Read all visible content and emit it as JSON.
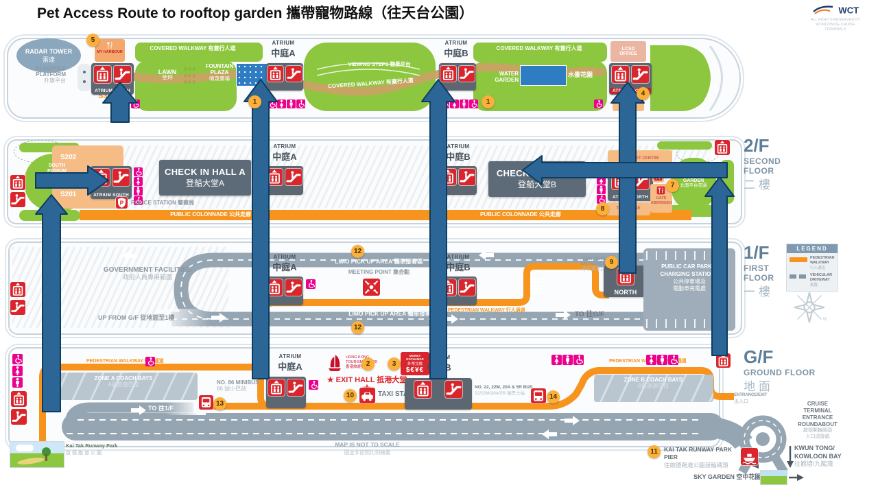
{
  "title": "Pet Access Route to rooftop garden 攜帶寵物路線（往天台公園）",
  "logo": {
    "name": "WCT",
    "rights1": "ALL RIGHTS RESERVED BY",
    "rights2": "WORLDWIDE CRUISE",
    "rights3": "TERMINALS"
  },
  "common": {
    "atrium_a": {
      "en": "ATRIUM",
      "zh": "中庭A"
    },
    "atrium_b": {
      "en": "ATRIUM",
      "zh": "中庭B"
    },
    "covered_walkway": "COVERED WALKWAY 有蓋行人道",
    "pedestrian_walkway": "PEDESTRIAN WALKWAY 行人通道",
    "public_colonnade": "PUBLIC COLONNADE 公共走廊"
  },
  "roof": {
    "radar_en": "RADAR TOWER",
    "radar_zh": "雷達",
    "flagpole1": "FLAGPOLE",
    "flagpole2": "PLATFORM",
    "flagpole_zh": "升旗平台",
    "my_harbour": "MY HARBOUR",
    "atrium_south": "ATRIUM SOUTH",
    "atrium_north": "ATRIUM NORTH",
    "lawn_en": "LAWN",
    "lawn_zh": "草坪",
    "deco_diamonds": "◇ ◇ ◇",
    "fountain1": "FOUNTAIN",
    "fountain2": "PLAZA",
    "fountain_zh": "噴泉廣場",
    "viewing_steps": "VIEWING STEPS 觀景平台",
    "water1": "WATER",
    "water2": "GARDEN",
    "water_zh": "水景花園",
    "lcsd1": "LCSD",
    "lcsd2": "OFFICE",
    "s_room": "S30"
  },
  "second": {
    "south_podium1": "SOUTH",
    "south_podium2": "PODIUM",
    "south_podium3": "GARDEN",
    "south_podium_zh": "南面平台花園",
    "s202": "S202",
    "s201": "S201",
    "atrium_south": "ATRIUM SOUTH",
    "atrium_north": "ATRIUM NORTH",
    "police": "POLICE STATION 警察局",
    "checkin_a_en": "CHECK IN HALL A",
    "checkin_a_zh": "登船大堂A",
    "checkin_b_en": "CHECK IN HALL B",
    "checkin_b_zh": "登船大堂B",
    "banquet": "BANQUET CENTRE",
    "cafe1": "CAFE",
    "cafe2": "ABERDEEN",
    "house": "THE HOUSE",
    "north_podium1": "NORTH",
    "north_podium2": "PODIUM",
    "north_podium3": "GARDEN",
    "north_podium_zh": "北面平台花園"
  },
  "first": {
    "gov_en": "GOVERNMENT FACILITIES",
    "gov_zh": "政府人員專用範圍",
    "up_from_gf": "UP FROM G/F 從地面至1樓",
    "limo": "LIMO PICK UP AREA 轎車接客區",
    "meeting": "MEETING POINT 集合點",
    "carpark1": "CAR PARK",
    "carpark2": "ENTRANCE",
    "carpark_zh": "停車場入口",
    "north": "NORTH",
    "pcp1": "PUBLIC CAR PARK &",
    "pcp2": "CHARGING STATIONS",
    "pcp_zh1": "公共停車場及",
    "pcp_zh2": "電動車充電處",
    "to_gf": "TO 往G/F"
  },
  "ground": {
    "zone_a_en": "ZONE A COACH BAYS",
    "zone_a_zh": "A區旅遊巴位",
    "zone_b_en": "ZONE B COACH BAYS",
    "zone_b_zh": "B區旅遊巴位",
    "to_1f": "TO 往1/F",
    "minibus_en": "NO. 86 MINIBUS",
    "minibus_zh": "86 號小巴站",
    "tourism1": "HONG KONG",
    "tourism2": "TOURISM BOARD",
    "tourism_zh": "香港旅遊發展局",
    "money1": "MONEY EXCHANGE",
    "money2": "外幣兌換",
    "money3": "$€¥€",
    "exit_hall": "★ EXIT HALL 抵港大堂 ★",
    "taxi": "TAXI STAND 的士站",
    "bus1": "NO. 22, 22M, 20A & 5R BUS",
    "bus2": "22/22M/20A/5R 號巴士站",
    "entrance_en": "ENTRANCE/EXIT",
    "entrance_zh": "出入口",
    "roundabout1": "CRUISE",
    "roundabout2": "TERMINAL",
    "roundabout3": "ENTRANCE",
    "roundabout4": "ROUNDABOUT",
    "roundabout_zh1": "啟德郵輪碼頭",
    "roundabout_zh2": "入口迴旋處",
    "kwun1": "KWUN TONG/",
    "kwun2": "KOWLOON BAY",
    "kwun_zh": "往觀塘/九龍灣",
    "pier_en": "KAI TAK RUNWAY PARK PIER",
    "pier_zh": "往啟德跑道公園渡輪碼頭",
    "sky": "SKY GARDEN 空中花園",
    "park_en": "Kai Tak Runway Park",
    "park_zh": "啟德跑道公園",
    "scale_en": "MAP IS NOT TO SCALE",
    "scale_zh": "圖並非按照比例繪畫"
  },
  "floor_labels": {
    "f2": {
      "code": "2/F",
      "n1": "SECOND",
      "n2": "FLOOR",
      "zh": "二樓"
    },
    "f1": {
      "code": "1/F",
      "n1": "FIRST",
      "n2": "FLOOR",
      "zh": "一樓"
    },
    "gf": {
      "code": "G/F",
      "n1": "GROUND FLOOR",
      "zh": "地面"
    }
  },
  "legend": {
    "title": "LEGEND",
    "ped1": "PEDESTRIAN",
    "ped2": "WALKWAY",
    "ped_zh": "行人通道",
    "veh1": "VEHICULAR",
    "veh2": "DRIVEWAY",
    "veh_zh": "馬路",
    "north": "N"
  },
  "badges": {
    "1": "1",
    "2": "2",
    "3": "3",
    "4": "4",
    "5": "5",
    "7": "7",
    "8": "8",
    "9": "9",
    "10": "10",
    "11": "11",
    "12": "12",
    "13": "13",
    "14": "14"
  },
  "colors": {
    "route_arrow": "#2c6696",
    "walkway_orange": "#f7941d",
    "garden_green": "#8dc63f",
    "icon_red": "#d9252b",
    "toilet_pink": "#ec008c",
    "badge_yellow": "#fcb03c",
    "driveway_gray": "#95a5b2"
  }
}
